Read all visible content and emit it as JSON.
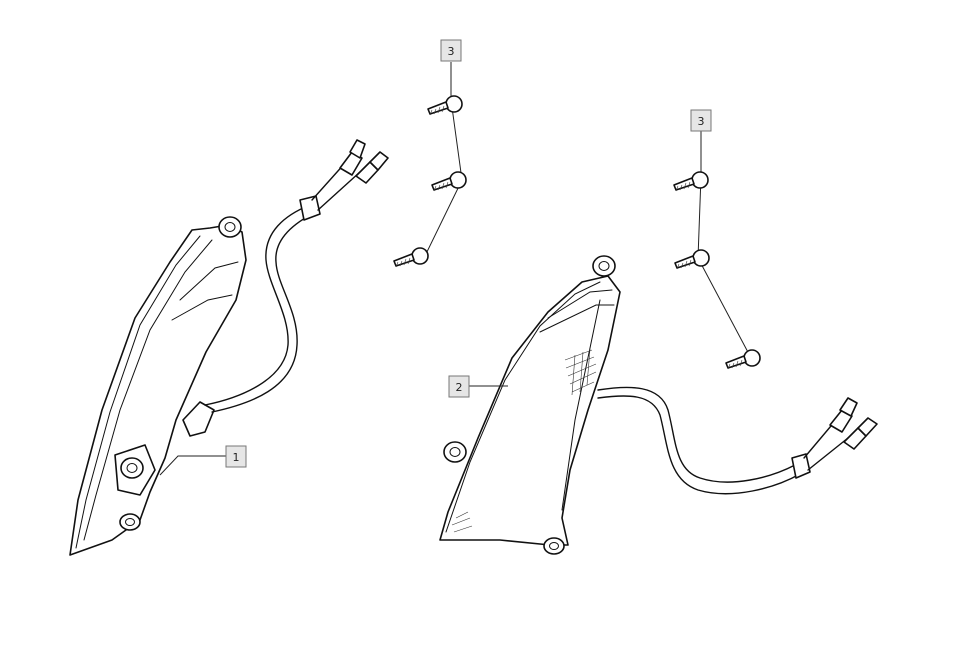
{
  "callouts": {
    "screw_left": "3",
    "screw_right": "3",
    "indicator_right": "2",
    "indicator_left": "1"
  }
}
